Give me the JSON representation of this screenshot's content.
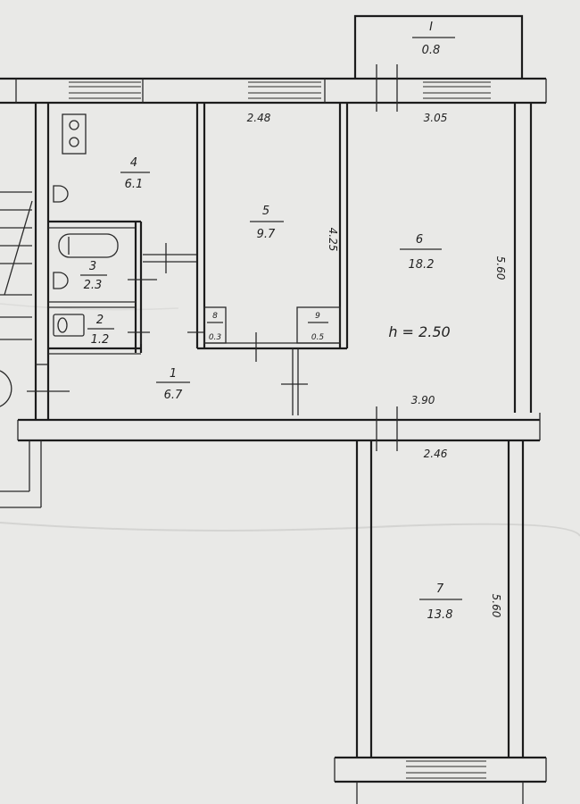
{
  "rooms": {
    "r_I": {
      "number": "I",
      "area": "0.8"
    },
    "r1": {
      "number": "1",
      "area": "6.7"
    },
    "r2": {
      "number": "2",
      "area": "1.2"
    },
    "r3": {
      "number": "3",
      "area": "2.3"
    },
    "r4": {
      "number": "4",
      "area": "6.1"
    },
    "r5": {
      "number": "5",
      "area": "9.7"
    },
    "r6": {
      "number": "6",
      "area": "18.2"
    },
    "r7": {
      "number": "7",
      "area": "13.8"
    },
    "r8": {
      "number": "8",
      "area": "0.3"
    },
    "r9": {
      "number": "9",
      "area": "0.5"
    }
  },
  "dimensions": {
    "d248": "2.48",
    "d305": "3.05",
    "d425": "4.25",
    "d560a": "5.60",
    "d390": "3.90",
    "d246": "2.46",
    "d560b": "5.60"
  },
  "ceiling_height": "h = 2.50"
}
